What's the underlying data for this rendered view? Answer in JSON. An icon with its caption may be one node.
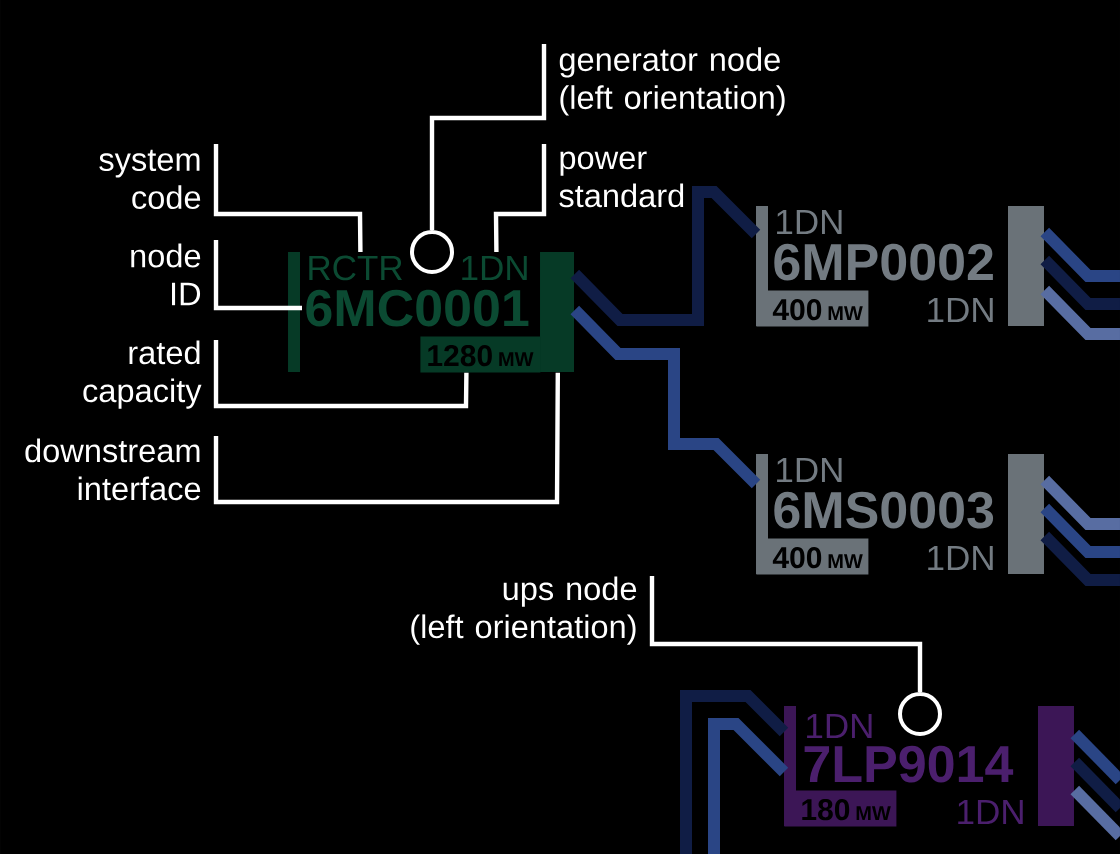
{
  "diagram": {
    "nodes": [
      {
        "text": [
          "generator node (left orientation)"
        ]
      },
      {
        "text": [
          "system code"
        ]
      },
      {
        "text": [
          "power standard"
        ]
      },
      {
        "text": [],
        "shape": "circle"
      },
      {
        "text": [
          "RCTR",
          "1DN",
          "6MC0001"
        ]
      },
      {
        "text": [
          "1280",
          "MW"
        ],
        "in": 4
      },
      {
        "text": [
          "node ID"
        ]
      },
      {
        "text": [
          "rated capacity"
        ]
      },
      {
        "text": [
          "downstream interface"
        ]
      },
      {
        "text": [
          "1DN",
          "6MP0002",
          "1DN"
        ]
      },
      {
        "text": [
          "400",
          "MW"
        ],
        "in": 9
      },
      {
        "text": [
          "1DN",
          "6MS0003",
          "1DN"
        ]
      },
      {
        "text": [
          "400",
          "MW"
        ],
        "in": 11
      },
      {
        "text": [
          "ups node (left orientation)"
        ]
      },
      {
        "text": [],
        "shape": "circle"
      },
      {
        "text": [
          "1DN",
          "7LP9014",
          "1DN"
        ]
      },
      {
        "text": [
          "180",
          "MW"
        ],
        "in": 15
      }
    ],
    "edges": [
      {
        "from": 0,
        "to": 3,
        "arrow": "none"
      },
      {
        "from": 1,
        "to": 4,
        "arrow": "none"
      },
      {
        "from": 2,
        "to": 4,
        "arrow": "none"
      },
      {
        "from": 6,
        "to": 4,
        "arrow": "none"
      },
      {
        "from": 7,
        "to": 5,
        "arrow": "none"
      },
      {
        "from": 8,
        "to": 4,
        "arrow": "none"
      },
      {
        "from": 13,
        "to": 14,
        "arrow": "none"
      },
      {
        "from": 4,
        "to": 9,
        "arrow": "none",
        "color": "#101d45"
      },
      {
        "from": 4,
        "to": 11,
        "arrow": "none",
        "color": "#2a4585"
      },
      {
        "from": 9,
        "to": null,
        "arrow": "none",
        "color": "#2a4585"
      },
      {
        "from": 9,
        "to": null,
        "arrow": "none",
        "color": "#101d45"
      },
      {
        "from": 9,
        "to": null,
        "arrow": "none",
        "color": "#586da2"
      },
      {
        "from": 11,
        "to": null,
        "arrow": "none",
        "color": "#586da2"
      },
      {
        "from": 11,
        "to": null,
        "arrow": "none",
        "color": "#2a4585"
      },
      {
        "from": 11,
        "to": null,
        "arrow": "none",
        "color": "#101d45"
      },
      {
        "from": null,
        "to": 15,
        "arrow": "none",
        "color": "#101d45"
      },
      {
        "from": null,
        "to": 15,
        "arrow": "none",
        "color": "#2a4585"
      },
      {
        "from": 15,
        "to": null,
        "arrow": "none",
        "color": "#2a4585"
      },
      {
        "from": 15,
        "to": null,
        "arrow": "none",
        "color": "#101d45"
      },
      {
        "from": 15,
        "to": null,
        "arrow": "none",
        "color": "#586da2"
      }
    ]
  }
}
